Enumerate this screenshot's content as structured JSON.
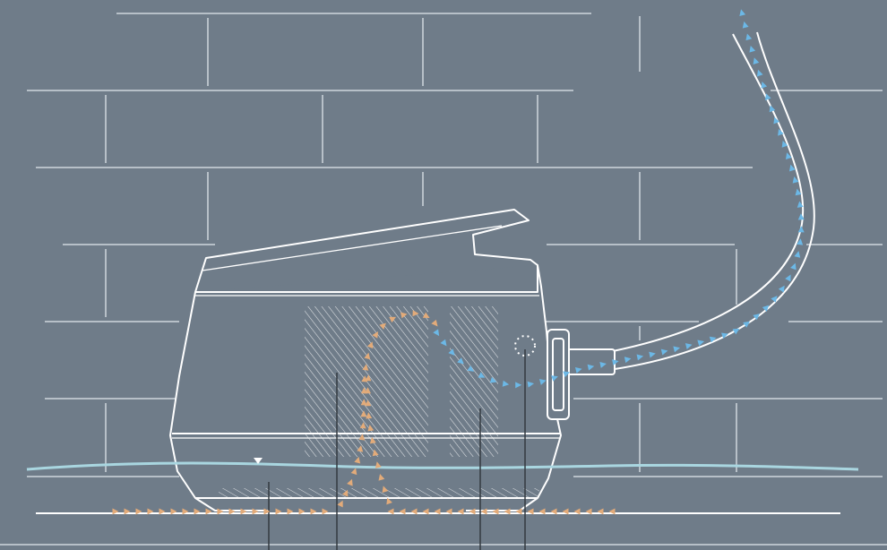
{
  "diagram": {
    "subject": "pump-unit-with-exhaust-hose",
    "colors": {
      "background": "#6f7c89",
      "wall_lines": "#c4ccd4",
      "outline": "#ffffff",
      "water_line": "#a9d6e0",
      "intake_flow": "#e2ab7a",
      "exhaust_flow": "#6cb8e6",
      "callout_lines": "#333a40"
    },
    "icons": [
      "water-level-marker-icon",
      "sensor-indicator-icon"
    ],
    "flows": [
      {
        "name": "intake-flow",
        "color_key": "intake_flow"
      },
      {
        "name": "exhaust-flow",
        "color_key": "exhaust_flow"
      }
    ]
  }
}
